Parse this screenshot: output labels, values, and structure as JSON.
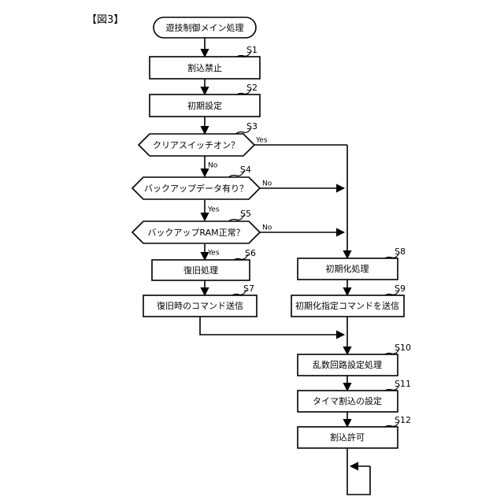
{
  "figure": {
    "caption": "【図3】",
    "type": "flowchart",
    "title": "遊技制御メイン処理"
  },
  "nodes": {
    "start": {
      "id": "start",
      "shape": "terminator",
      "label": "遊技制御メイン処理",
      "step": ""
    },
    "s1": {
      "id": "s1",
      "shape": "process",
      "label": "割込禁止",
      "step": "S1"
    },
    "s2": {
      "id": "s2",
      "shape": "process",
      "label": "初期設定",
      "step": "S2"
    },
    "s3": {
      "id": "s3",
      "shape": "decision",
      "label": "クリアスイッチオン？",
      "step": "S3"
    },
    "s4": {
      "id": "s4",
      "shape": "decision",
      "label": "バックアップデータ有り？",
      "step": "S4"
    },
    "s5": {
      "id": "s5",
      "shape": "decision",
      "label": "バックアップRAM正常？",
      "step": "S5"
    },
    "s6": {
      "id": "s6",
      "shape": "process",
      "label": "復旧処理",
      "step": "S6"
    },
    "s7": {
      "id": "s7",
      "shape": "process",
      "label": "復旧時のコマンド送信",
      "step": "S7"
    },
    "s8": {
      "id": "s8",
      "shape": "process",
      "label": "初期化処理",
      "step": "S8"
    },
    "s9": {
      "id": "s9",
      "shape": "process",
      "label": "初期化指定コマンドを送信",
      "step": "S9"
    },
    "s10": {
      "id": "s10",
      "shape": "process",
      "label": "乱数回路設定処理",
      "step": "S10"
    },
    "s11": {
      "id": "s11",
      "shape": "process",
      "label": "タイマ割込の設定",
      "step": "S11"
    },
    "s12": {
      "id": "s12",
      "shape": "process",
      "label": "割込許可",
      "step": "S12"
    }
  },
  "branch_labels": {
    "s3_yes": "Yes",
    "s3_no": "No",
    "s4_no": "No",
    "s4_yes": "Yes",
    "s5_no": "No",
    "s5_yes": "Yes"
  },
  "colors": {
    "stroke": "#000000",
    "fill": "#ffffff",
    "background": "#ffffff"
  }
}
